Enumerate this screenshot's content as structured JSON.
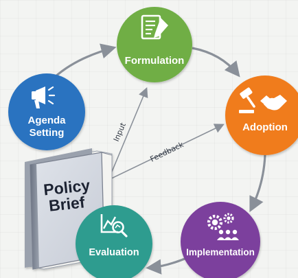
{
  "diagram": {
    "nodes": {
      "formulation": {
        "label": "Formulation",
        "color": "#6fae45",
        "icon": "document-pen-icon"
      },
      "adoption": {
        "label": "Adoption",
        "color": "#f07b1c",
        "icon": "gavel-handshake-icon"
      },
      "implementation": {
        "label": "Implementation",
        "color": "#7b3f9d",
        "icon": "gears-team-icon"
      },
      "evaluation": {
        "label": "Evaluation",
        "color": "#2f9c8f",
        "icon": "chart-magnifier-icon"
      },
      "agenda_setting": {
        "label_line1": "Agenda",
        "label_line2": "Setting",
        "color": "#2b73c0",
        "icon": "megaphone-icon"
      }
    },
    "policy_brief": {
      "line1": "Policy",
      "line2": "Brief"
    },
    "edges": {
      "input": "Input",
      "feedback": "Feedback"
    }
  }
}
